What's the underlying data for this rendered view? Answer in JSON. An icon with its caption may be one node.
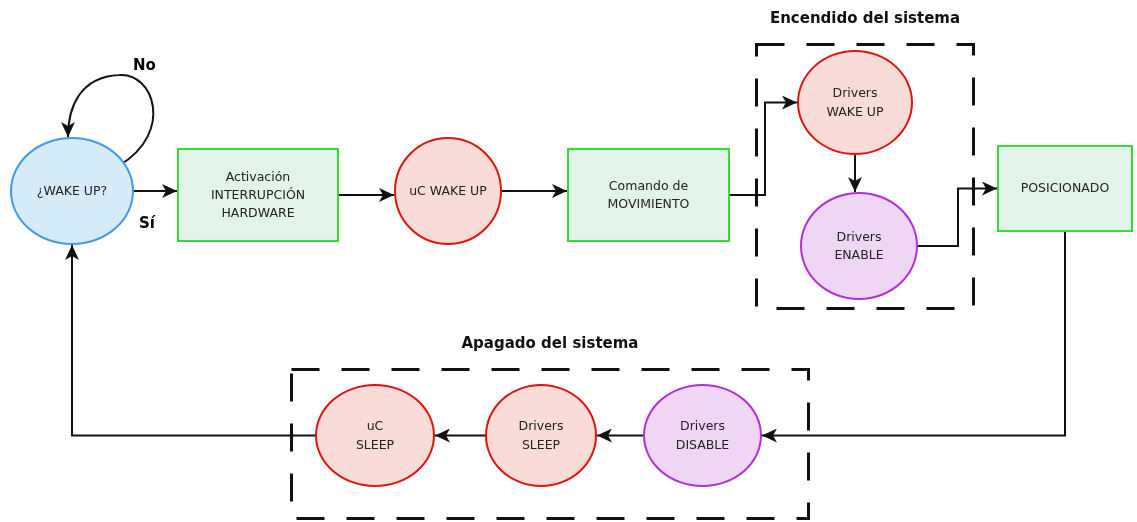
{
  "diagram": {
    "nodes": [
      {
        "text": [
          "¿WAKE UP?"
        ]
      },
      {
        "text": [
          "Activación INTERRUPCIÓN HARDWARE"
        ]
      },
      {
        "text": [
          "uC WAKE UP"
        ]
      },
      {
        "text": [
          "Comando de MOVIMIENTO"
        ]
      },
      {
        "text": [
          "Encendido del sistema"
        ]
      },
      {
        "text": [
          "Drivers WAKE UP"
        ],
        "in": 4
      },
      {
        "text": [
          "Drivers ENABLE"
        ],
        "in": 4
      },
      {
        "text": [
          "POSICIONADO"
        ]
      },
      {
        "text": [
          "Apagado del sistema"
        ]
      },
      {
        "text": [
          "uC SLEEP"
        ],
        "in": 8
      },
      {
        "text": [
          "Drivers SLEEP"
        ],
        "in": 8
      },
      {
        "text": [
          "Drivers DISABLE"
        ],
        "in": 8
      }
    ],
    "edges": [
      {
        "from": 0,
        "to": 0,
        "arrow": "to",
        "label": "No"
      },
      {
        "from": 0,
        "to": 1,
        "arrow": "to",
        "label": "Sí"
      },
      {
        "from": 1,
        "to": 2,
        "arrow": "to"
      },
      {
        "from": 2,
        "to": 3,
        "arrow": "to"
      },
      {
        "from": 3,
        "to": 5,
        "arrow": "to"
      },
      {
        "from": 5,
        "to": 6,
        "arrow": "to"
      },
      {
        "from": 6,
        "to": 7,
        "arrow": "to"
      },
      {
        "from": 7,
        "to": 11,
        "arrow": "to"
      },
      {
        "from": 11,
        "to": 10,
        "arrow": "to"
      },
      {
        "from": 10,
        "to": 9,
        "arrow": "to"
      },
      {
        "from": 9,
        "to": 0,
        "arrow": "to"
      }
    ]
  }
}
